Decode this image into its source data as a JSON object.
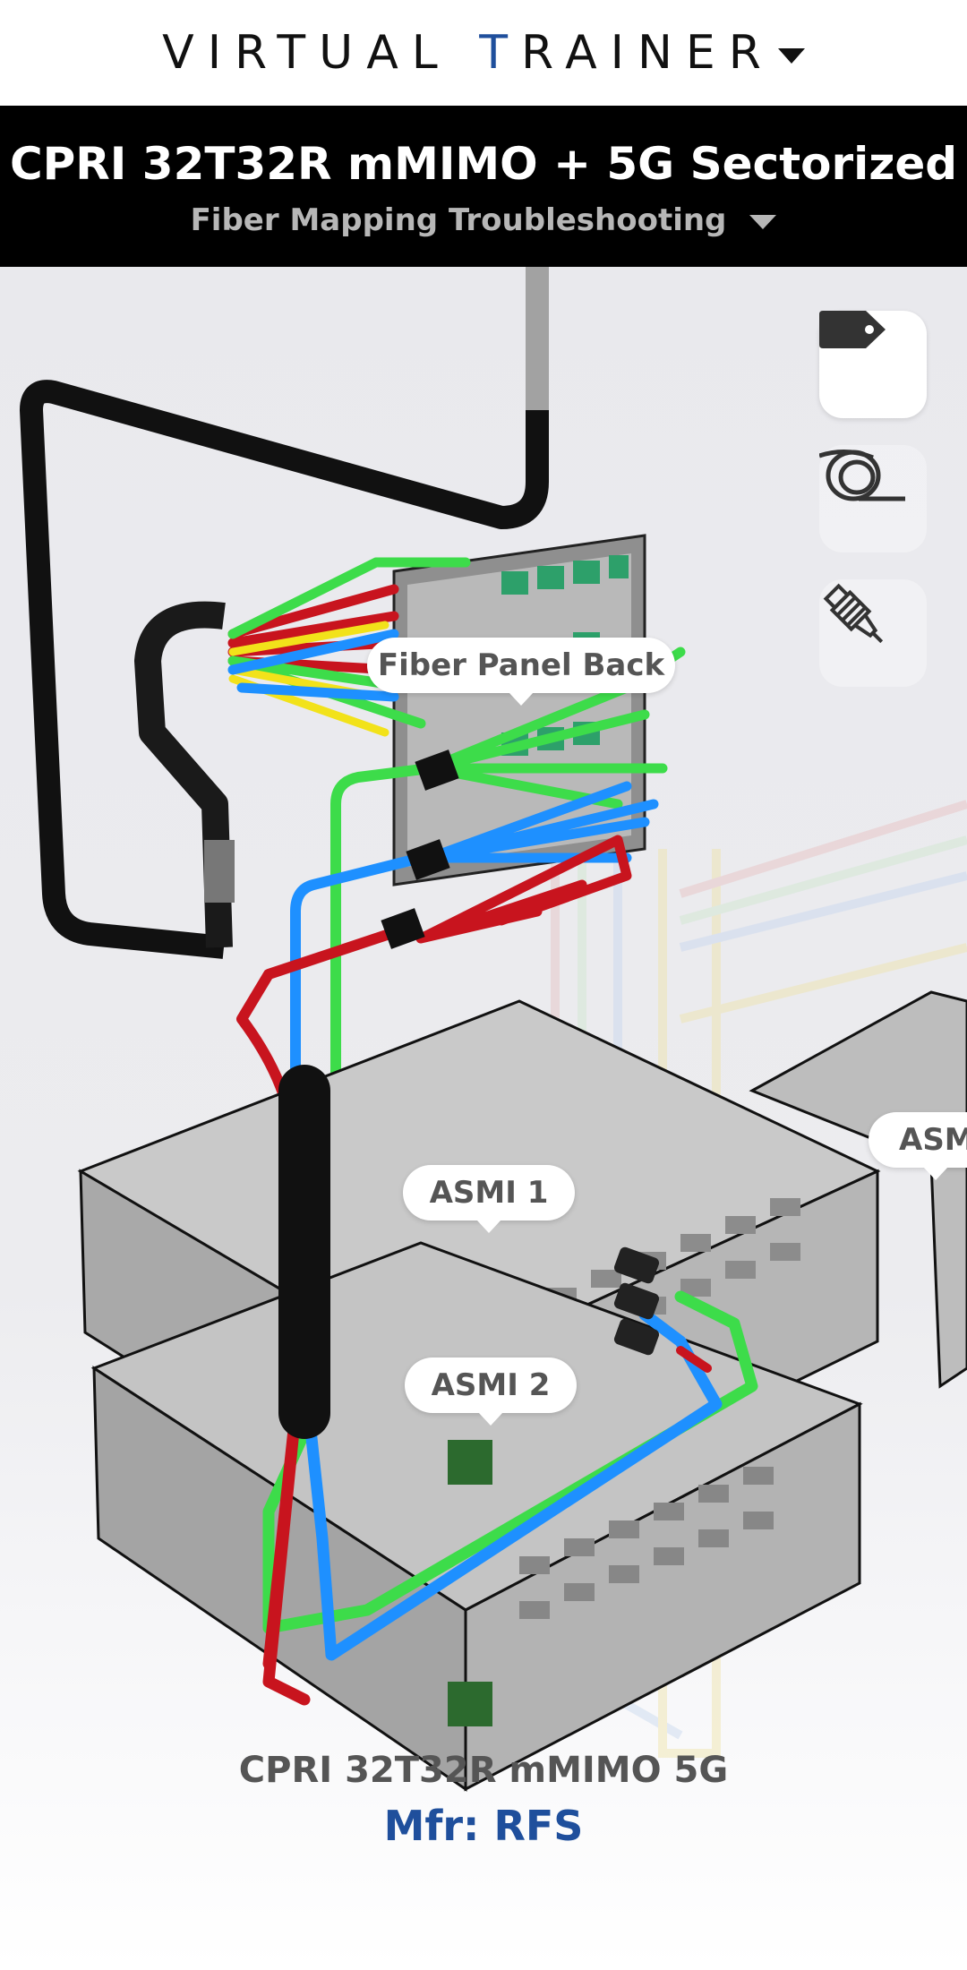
{
  "header": {
    "brand_prefix": "VIRTUAL ",
    "brand_accent": "T",
    "brand_suffix": "RAINER",
    "brand_accent_color": "#1f4f9c"
  },
  "title_bar": {
    "title": "CPRI 32T32R mMIMO + 5G Sectorized",
    "subtitle": "Fiber Mapping Troubleshooting"
  },
  "toolbar": {
    "tools": [
      {
        "icon": "tag-icon",
        "active": true
      },
      {
        "icon": "fiber-coil-icon",
        "active": false
      },
      {
        "icon": "fiber-connector-icon",
        "active": false
      }
    ]
  },
  "callouts": {
    "fiber_panel": "Fiber Panel Back",
    "asmi1": "ASMI 1",
    "asmi2": "ASMI 2",
    "asmi3_partial": "ASM"
  },
  "device": {
    "name": "CPRI 32T32R mMIMO 5G",
    "manufacturer": "Mfr: RFS"
  },
  "colors": {
    "fiber_green": "#3ddc4a",
    "fiber_blue": "#1e90ff",
    "fiber_red": "#c8141e",
    "fiber_yellow": "#f2e21a",
    "cable_black": "#111111"
  }
}
